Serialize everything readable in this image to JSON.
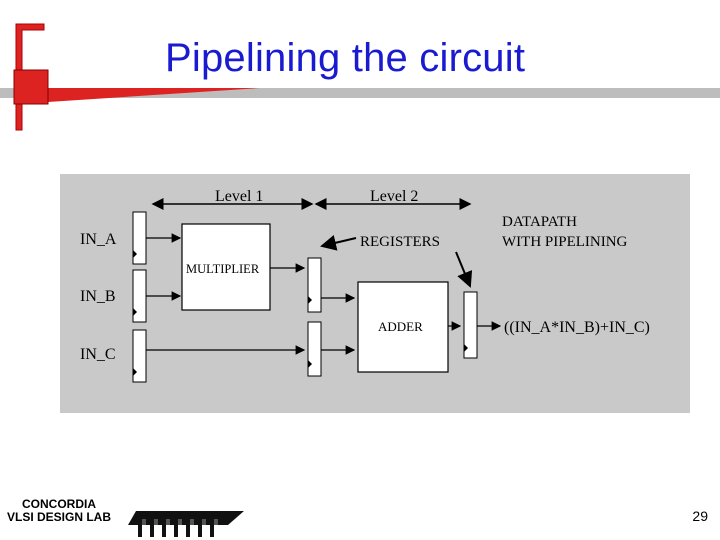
{
  "slide": {
    "title": "Pipelining the circuit",
    "page_number": "29"
  },
  "diagram": {
    "level1": "Level 1",
    "level2": "Level 2",
    "inputs": [
      "IN_A",
      "IN_B",
      "IN_C"
    ],
    "multiplier": "MULTIPLIER",
    "adder": "ADDER",
    "registers": "REGISTERS",
    "datapath_line1": "DATAPATH",
    "datapath_line2": "WITH PIPELINING",
    "output": "((IN_A*IN_B)+IN_C)"
  },
  "footer": {
    "logo_line1": "CONCORDIA",
    "logo_line2": "VLSI DESIGN LAB"
  },
  "colors": {
    "title": "#1a1ad0",
    "accent_red": "#dd2222",
    "diagram_bg": "#c9c9c9"
  }
}
